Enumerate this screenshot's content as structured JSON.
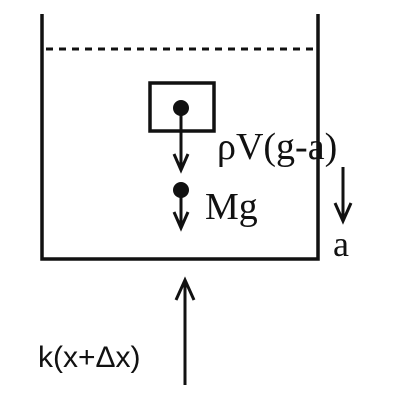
{
  "diagram": {
    "labels": {
      "buoyant_force": "ρV(g-a)",
      "weight": "Mg",
      "acceleration": "a",
      "spring_force": "k(x+Δx)"
    },
    "colors": {
      "ink": "#111111",
      "background": "#ffffff"
    }
  }
}
